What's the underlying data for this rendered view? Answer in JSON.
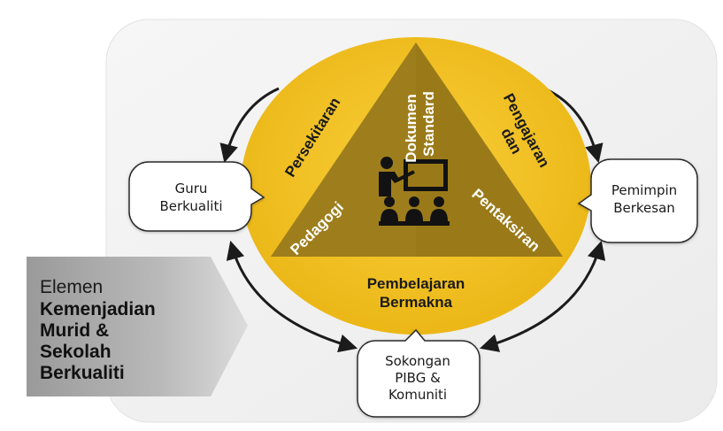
{
  "diagram": {
    "center_circle": {
      "triangle_labels": {
        "top": [
          "Dokumen",
          "Standard"
        ],
        "left": "Pedagogi",
        "right": "Pentaksiran"
      },
      "ring_labels": {
        "upper_left": "Persekitaran",
        "upper_right": [
          "Pengajaran",
          "dan"
        ],
        "bottom": [
          "Pembelajaran",
          "Bermakna"
        ]
      },
      "center_icon": "teacher-presentation-icon"
    },
    "bubbles": {
      "left": [
        "Guru",
        "Berkualiti"
      ],
      "right": [
        "Pemimpin",
        "Berkesan"
      ],
      "bottom": [
        "Sokongan",
        "PIBG &",
        "Komuniti"
      ]
    },
    "banner": {
      "line1": "Elemen",
      "line2": "Kemenjadian",
      "line3": "Murid &",
      "line4": "Sekolah",
      "line5": "Berkualiti"
    }
  },
  "colors": {
    "circle": "#f4c020",
    "triangle": "#9a7a18",
    "text_on_dark": "#ffffff",
    "text_on_yellow": "#1a1a1a",
    "panel": "#f1f1f1",
    "banner": "#a8a8a8"
  }
}
